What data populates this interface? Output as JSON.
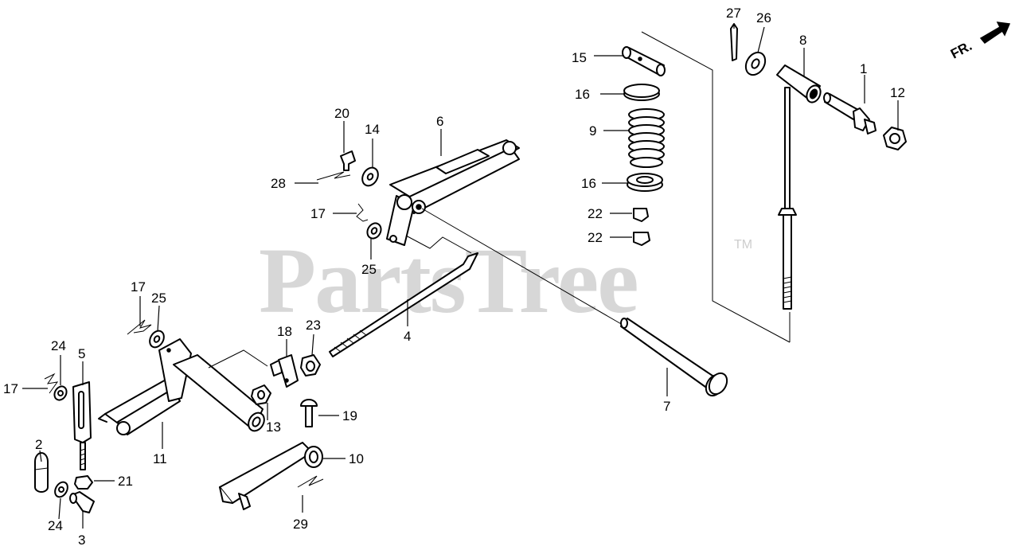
{
  "watermark": {
    "text": "PartsTree",
    "tm": "TM"
  },
  "direction": {
    "label": "FR."
  },
  "callouts": [
    {
      "id": "c1",
      "num": "1"
    },
    {
      "id": "c2",
      "num": "2"
    },
    {
      "id": "c3",
      "num": "3"
    },
    {
      "id": "c4",
      "num": "4"
    },
    {
      "id": "c5",
      "num": "5"
    },
    {
      "id": "c6",
      "num": "6"
    },
    {
      "id": "c7",
      "num": "7"
    },
    {
      "id": "c8",
      "num": "8"
    },
    {
      "id": "c9",
      "num": "9"
    },
    {
      "id": "c10",
      "num": "10"
    },
    {
      "id": "c11",
      "num": "11"
    },
    {
      "id": "c12",
      "num": "12"
    },
    {
      "id": "c13",
      "num": "13"
    },
    {
      "id": "c14",
      "num": "14"
    },
    {
      "id": "c15",
      "num": "15"
    },
    {
      "id": "c16a",
      "num": "16"
    },
    {
      "id": "c16b",
      "num": "16"
    },
    {
      "id": "c17a",
      "num": "17"
    },
    {
      "id": "c17b",
      "num": "17"
    },
    {
      "id": "c17c",
      "num": "17"
    },
    {
      "id": "c18",
      "num": "18"
    },
    {
      "id": "c19",
      "num": "19"
    },
    {
      "id": "c20",
      "num": "20"
    },
    {
      "id": "c21",
      "num": "21"
    },
    {
      "id": "c22a",
      "num": "22"
    },
    {
      "id": "c22b",
      "num": "22"
    },
    {
      "id": "c23",
      "num": "23"
    },
    {
      "id": "c24a",
      "num": "24"
    },
    {
      "id": "c24b",
      "num": "24"
    },
    {
      "id": "c25a",
      "num": "25"
    },
    {
      "id": "c25b",
      "num": "25"
    },
    {
      "id": "c26",
      "num": "26"
    },
    {
      "id": "c27",
      "num": "27"
    },
    {
      "id": "c28",
      "num": "28"
    },
    {
      "id": "c29",
      "num": "29"
    }
  ]
}
